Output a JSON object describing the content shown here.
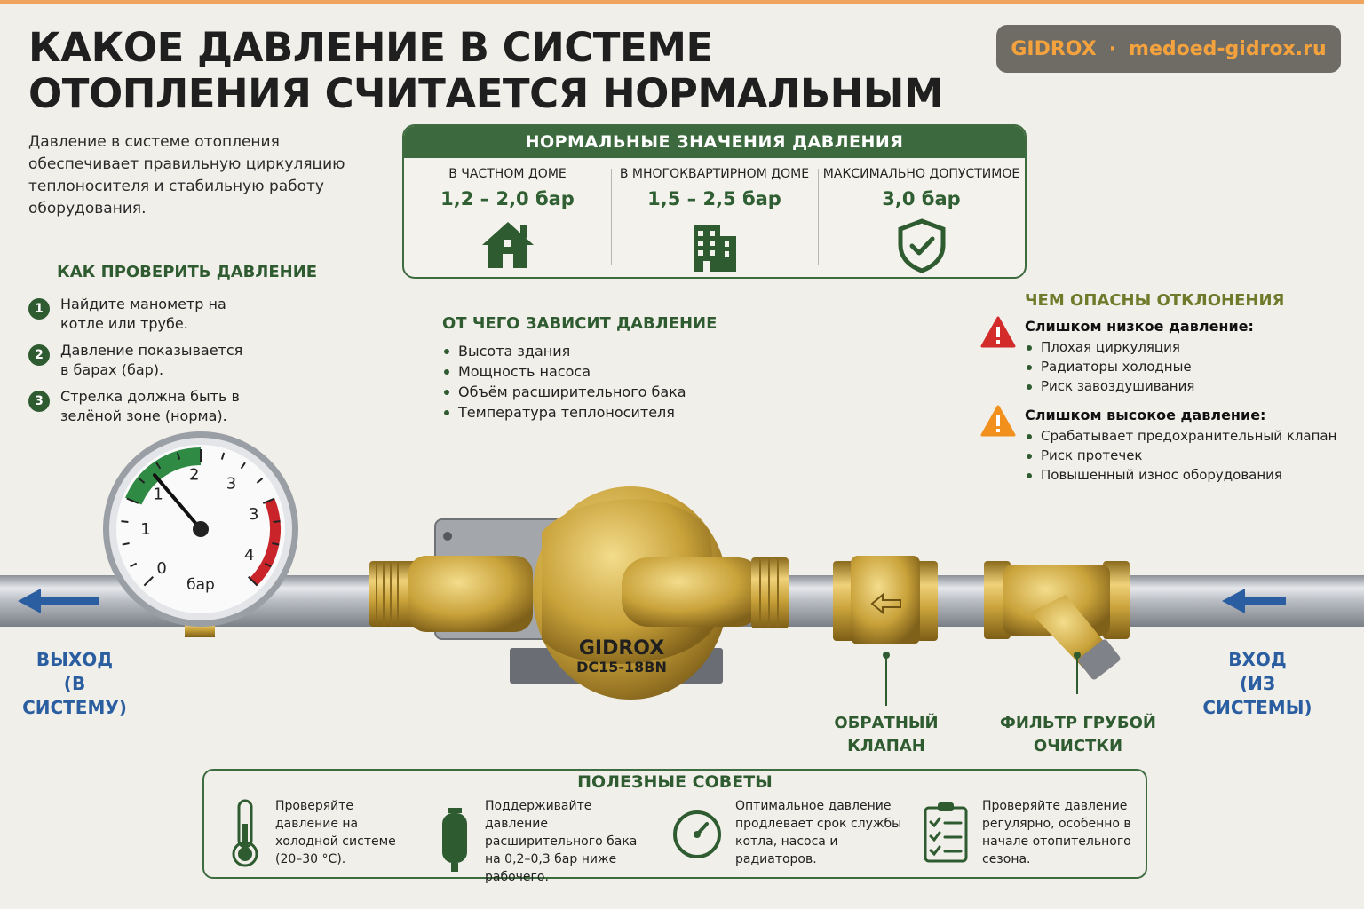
{
  "brand": {
    "name": "GIDROX",
    "separator": "·",
    "site": "medoed-gidrox.ru"
  },
  "title": {
    "line1": "Какое давление в системе",
    "line2": "отопления считается нормальным"
  },
  "intro": "Давление в системе отопления обеспечивает правильную циркуляцию теплоносителя и стабильную работу оборудования.",
  "normal": {
    "heading": "НОРМАЛЬНЫЕ ЗНАЧЕНИЯ ДАВЛЕНИЯ",
    "columns": [
      {
        "label": "В ЧАСТНОМ ДОМЕ",
        "value": "1,2 – 2,0 бар",
        "icon": "house-icon"
      },
      {
        "label": "В МНОГОКВАРТИРНОМ ДОМЕ",
        "value": "1,5 – 2,5 бар",
        "icon": "building-icon"
      },
      {
        "label": "МАКСИМАЛЬНО ДОПУСТИМОЕ",
        "value": "3,0 бар",
        "icon": "shield-check-icon"
      }
    ]
  },
  "check": {
    "heading": "КАК ПРОВЕРИТЬ ДАВЛЕНИЕ",
    "steps": [
      {
        "num": "1",
        "text": "Найдите манометр на котле или трубе."
      },
      {
        "num": "2",
        "text": "Давление показывается в барах (бар)."
      },
      {
        "num": "3",
        "text": "Стрелка должна быть в зелёной зоне (норма)."
      }
    ]
  },
  "depends": {
    "heading": "ОТ ЧЕГО ЗАВИСИТ ДАВЛЕНИЕ",
    "items": [
      "Высота здания",
      "Мощность насоса",
      "Объём расширительного бака",
      "Температура теплоносителя"
    ]
  },
  "dangers": {
    "heading": "ЧЕМ ОПАСНЫ ОТКЛОНЕНИЯ",
    "low": {
      "title": "Слишком низкое давление:",
      "items": [
        "Плохая циркуляция",
        "Радиаторы холодные",
        "Риск завоздушивания"
      ],
      "color": "#d32a2a"
    },
    "high": {
      "title": "Слишком высокое давление:",
      "items": [
        "Срабатывает предохранительный клапан",
        "Риск протечек",
        "Повышенный износ оборудования"
      ],
      "color": "#f1901c"
    }
  },
  "gauge": {
    "unit": "бар",
    "ticks": [
      "0",
      "1",
      "1",
      "2",
      "3",
      "3",
      "4"
    ],
    "pointer_value": 1.4,
    "green_zone": [
      1,
      2
    ],
    "red_zone": [
      3,
      4
    ]
  },
  "pump": {
    "brand": "GIDROX",
    "model": "DC15-18BN"
  },
  "labels": {
    "check_valve": {
      "line1": "ОБРАТНЫЙ",
      "line2": "КЛАПАН"
    },
    "filter": {
      "line1": "ФИЛЬТР ГРУБОЙ",
      "line2": "ОЧИСТКИ"
    },
    "outlet": {
      "line1": "ВЫХОД",
      "line2": "(В СИСТЕМУ)"
    },
    "inlet": {
      "line1": "ВХОД",
      "line2": "(ИЗ СИСТЕМЫ)"
    }
  },
  "tips": {
    "heading": "ПОЛЕЗНЫЕ СОВЕТЫ",
    "items": [
      {
        "icon": "thermometer-icon",
        "text": "Проверяйте давление на холодной системе (20–30 °С)."
      },
      {
        "icon": "expansion-tank-icon",
        "text": "Поддерживайте давление расширительного бака на 0,2–0,3 бар ниже рабочего."
      },
      {
        "icon": "gauge-icon",
        "text": "Оптимальное давление продлевает срок службы котла, насоса и радиаторов."
      },
      {
        "icon": "checklist-icon",
        "text": "Проверяйте давление регулярно, особенно в начале отопительного сезона."
      }
    ]
  },
  "colors": {
    "green": "#2f5b31",
    "blue": "#2a5ea0",
    "orange": "#f1901c",
    "red": "#d32a2a",
    "brass": "#c9a23a"
  }
}
